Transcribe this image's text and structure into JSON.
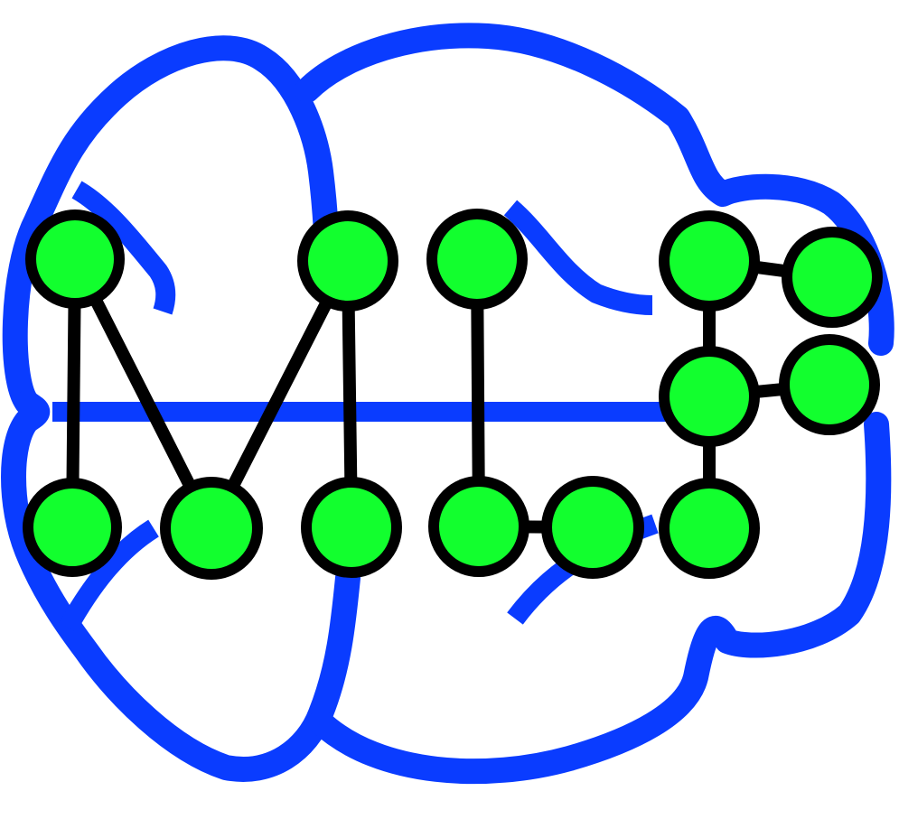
{
  "logo": {
    "colors": {
      "background": "#ffffff",
      "brain_outline": "#0a3cff",
      "node_fill": "#12ff2e",
      "node_stroke": "#000000",
      "edge": "#000000"
    },
    "graph": {
      "nodes": [
        "n1",
        "n2",
        "n3",
        "n4",
        "n5",
        "n6",
        "n7",
        "n8",
        "n9",
        "n10",
        "n11",
        "n12",
        "n13"
      ],
      "edges": [
        [
          "n1",
          "n2"
        ],
        [
          "n1",
          "n3"
        ],
        [
          "n3",
          "n4"
        ],
        [
          "n4",
          "n5"
        ],
        [
          "n4",
          "n6"
        ],
        [
          "n7",
          "n8"
        ],
        [
          "n8",
          "n9"
        ],
        [
          "n10",
          "n11"
        ],
        [
          "n10",
          "n12"
        ],
        [
          "n12",
          "n13"
        ],
        [
          "n12",
          "n14"
        ],
        [
          "n13",
          "n14"
        ]
      ]
    }
  }
}
